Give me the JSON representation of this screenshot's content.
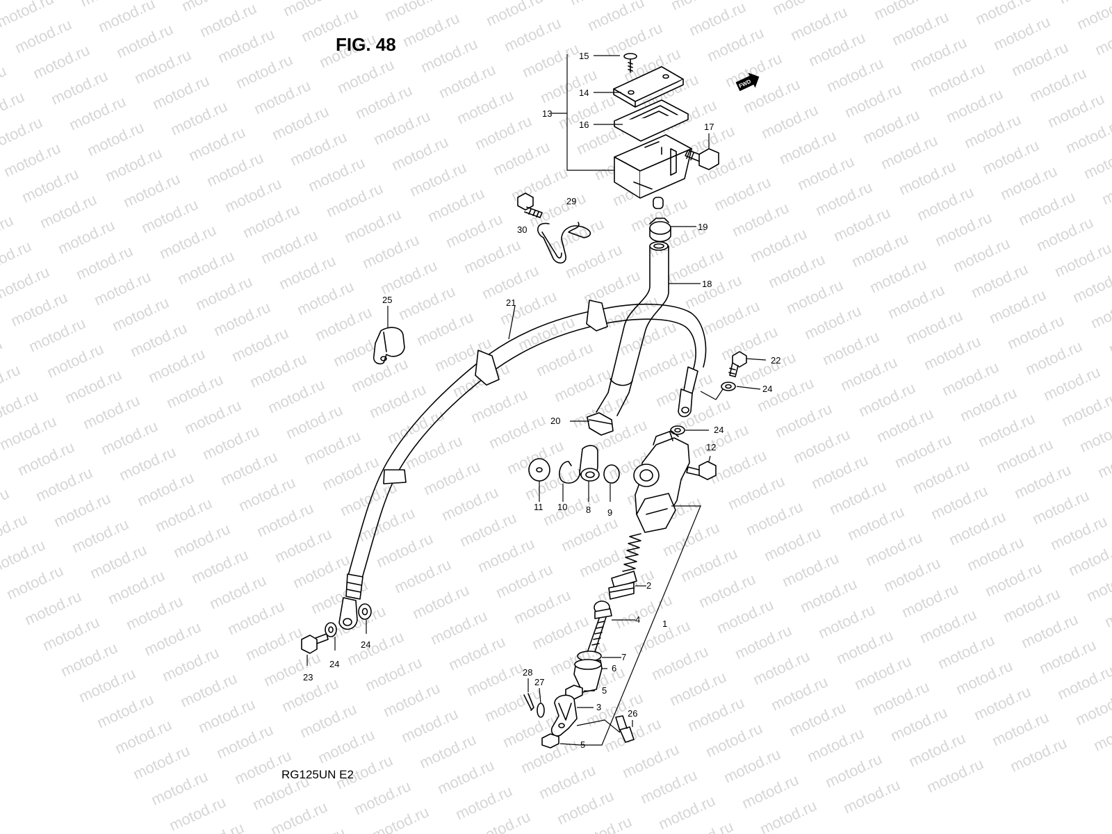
{
  "figure_title": "FIG. 48",
  "model_code": "RG125UN  E2",
  "watermark": "motod.ru",
  "fwd_label": "FWD",
  "callouts": [
    "1",
    "2",
    "3",
    "4",
    "5",
    "5",
    "6",
    "7",
    "8",
    "9",
    "10",
    "11",
    "12",
    "13",
    "14",
    "15",
    "16",
    "17",
    "18",
    "19",
    "20",
    "21",
    "22",
    "23",
    "24",
    "24",
    "24",
    "24",
    "25",
    "26",
    "27",
    "28",
    "29",
    "30"
  ]
}
